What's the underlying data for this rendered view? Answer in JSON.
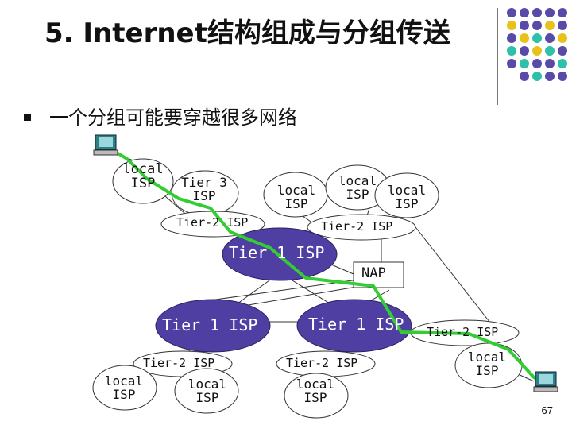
{
  "slide": {
    "title": "5. Internet结构组成与分组传送",
    "bullet": "一个分组可能要穿越很多网络",
    "page_number": "67"
  },
  "labels": {
    "local_isp_1": "local ISP",
    "tier3_isp": "Tier 3 ISP",
    "tier2_isp_top_left": "Tier-2 ISP",
    "local_isp_2": "local ISP",
    "local_isp_3": "local ISP",
    "local_isp_4": "local ISP",
    "tier2_isp_top_right": "Tier-2 ISP",
    "tier1_isp_top": "Tier 1 ISP",
    "nap": "NAP",
    "tier1_isp_left": "Tier 1 ISP",
    "tier1_isp_right": "Tier 1 ISP",
    "tier2_isp_right": "Tier-2 ISP",
    "local_isp_5": "local ISP",
    "tier2_isp_bottom_left": "Tier-2 ISP",
    "local_isp_6": "local ISP",
    "local_isp_7": "local ISP",
    "tier2_isp_bottom_mid": "Tier-2 ISP",
    "local_isp_8": "local ISP"
  },
  "colors": {
    "tier1_fill": "#4f3fa3",
    "path_green": "#33cc33",
    "dot_purple": "#5a4aa8",
    "dot_yellow": "#e8c21a",
    "dot_teal": "#2ec0a8",
    "computer_teal": "#2e7f86"
  },
  "icons": [
    "computer-icon-source",
    "computer-icon-destination"
  ]
}
